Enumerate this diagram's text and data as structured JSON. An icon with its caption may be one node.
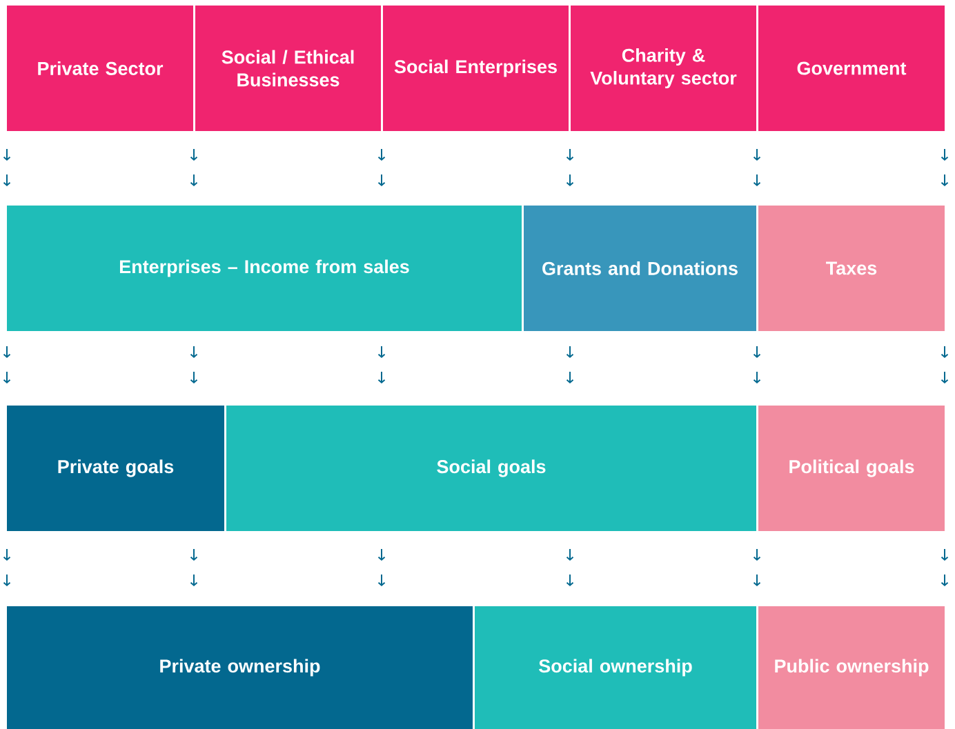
{
  "diagram": {
    "nodes": [
      {
        "text": [
          "Private Sector"
        ]
      },
      {
        "text": [
          "Social / Ethical Businesses"
        ]
      },
      {
        "text": [
          "Social Enterprises"
        ]
      },
      {
        "text": [
          "Charity & Voluntary sector"
        ]
      },
      {
        "text": [
          "Government"
        ]
      },
      {
        "text": [
          "Enterprises – Income from sales"
        ]
      },
      {
        "text": [
          "Grants and Donations"
        ]
      },
      {
        "text": [
          "Taxes"
        ]
      },
      {
        "text": [
          "Private goals"
        ]
      },
      {
        "text": [
          "Social goals"
        ]
      },
      {
        "text": [
          "Political goals"
        ]
      },
      {
        "text": [
          "Private ownership"
        ]
      },
      {
        "text": [
          "Social ownership"
        ]
      },
      {
        "text": [
          "Public ownership"
        ]
      }
    ]
  }
}
